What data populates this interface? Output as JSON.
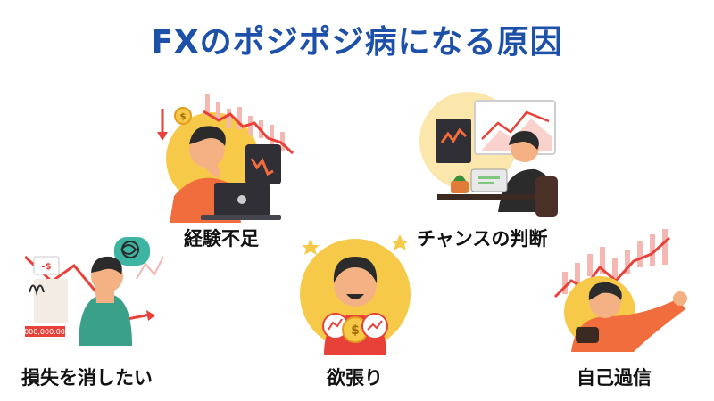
{
  "title": "FXのポジポジ病になる原因",
  "colors": {
    "title": "#1d50a8",
    "accent_yellow": "#f7c948",
    "shirt_orange": "#f26d3d",
    "chart_red": "#e8413a",
    "hair": "#2b2b2b",
    "skin": "#f4b183"
  },
  "causes": [
    {
      "label": "経験不足",
      "icon": "loss-chart-laptop-icon"
    },
    {
      "label": "チャンスの判断",
      "icon": "chart-monitor-icon"
    },
    {
      "label": "損失を消したい",
      "icon": "stressed-person-icon"
    },
    {
      "label": "欲張り",
      "icon": "greedy-coins-icon"
    },
    {
      "label": "自己過信",
      "icon": "pointing-person-icon"
    }
  ],
  "illustration_text": {
    "loss_badge": "-$",
    "balance_display": "000,000.00",
    "coin_symbol": "$"
  }
}
